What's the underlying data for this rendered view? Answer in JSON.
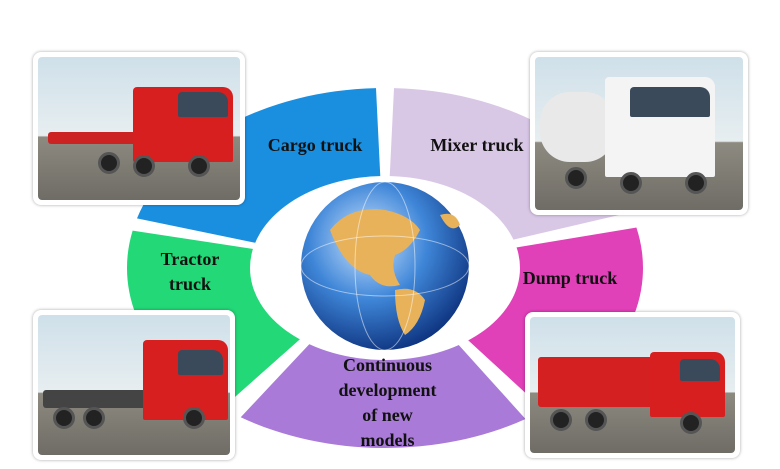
{
  "center": {
    "icon": "globe-icon"
  },
  "segments": [
    {
      "label": "Cargo truck",
      "color": "#1a8fe0"
    },
    {
      "label": "Mixer truck",
      "color": "#d9c7e6"
    },
    {
      "label": "Dump truck",
      "color": "#e040b8"
    },
    {
      "label_lines": [
        "Continuous",
        "development",
        "of new",
        "models"
      ],
      "color": "#a97ad8"
    },
    {
      "label_lines": [
        "Tractor",
        "truck"
      ],
      "color": "#22d877"
    }
  ],
  "photos": {
    "cargo": "cargo-truck-photo",
    "mixer": "mixer-truck-photo",
    "tractor": "tractor-truck-photo",
    "dump": "dump-truck-photo"
  }
}
